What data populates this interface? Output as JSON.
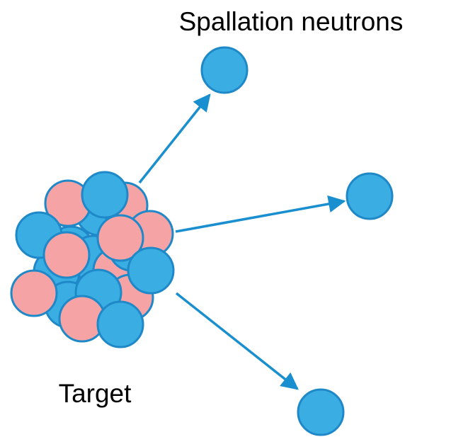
{
  "labels": {
    "neutrons": "Spallation neutrons",
    "target": "Target"
  },
  "colors": {
    "neutron_fill": "#3aaee2",
    "neutron_stroke": "#1f88c8",
    "proton_fill": "#f6a3a6",
    "arrow": "#1a8fcf",
    "background": "#ffffff"
  },
  "particles": {
    "escaping_neutrons": 3,
    "target_nucleons": 20
  }
}
